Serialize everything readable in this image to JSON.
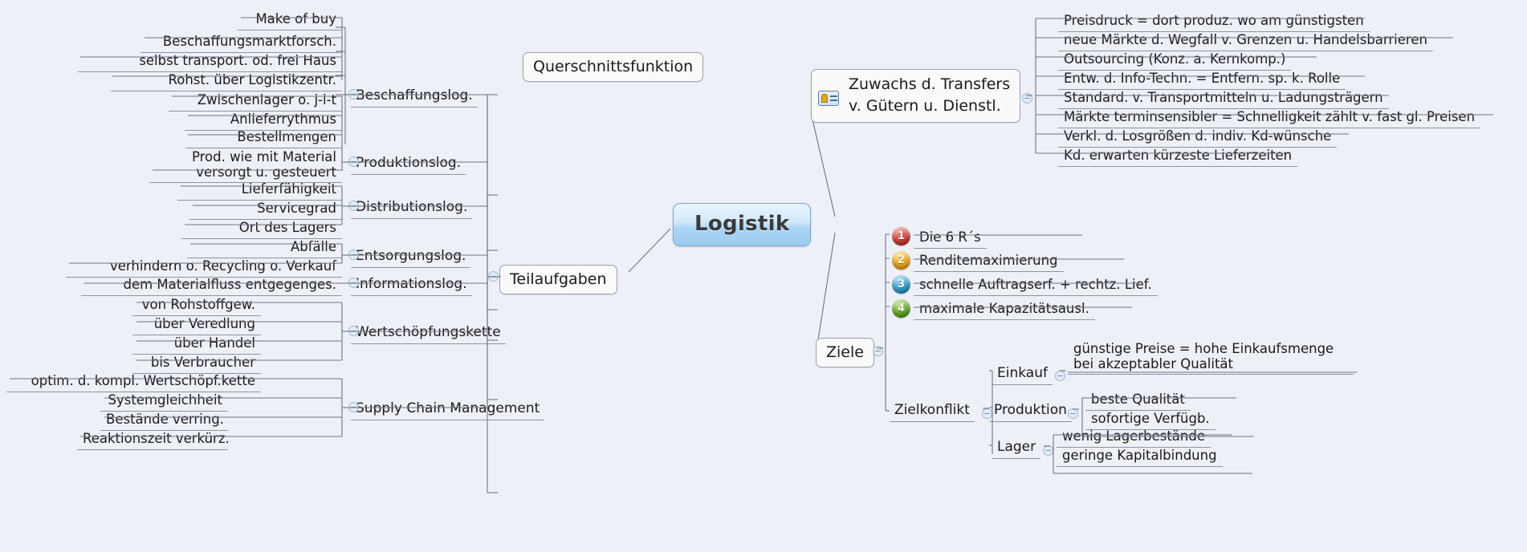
{
  "root": {
    "label": "Logistik",
    "color": "#9ccdf2"
  },
  "free_nodes": [
    {
      "label": "Querschnittsfunktion"
    }
  ],
  "branches": {
    "teilaufgaben": {
      "label": "Teilaufgaben",
      "children": [
        {
          "label": "Beschaffungslog.",
          "leaves": [
            "Make of buy",
            "Beschaffungsmarktforsch.",
            "selbst transport. od. frei Haus",
            "Rohst. über Logistikzentr."
          ]
        },
        {
          "label": "Produktionslog.",
          "leaves": [
            "Zwischenlager o. j-i-t",
            "Anlieferrythmus",
            "Bestellmengen",
            "Prod. wie mit Material versorgt u. gesteuert"
          ]
        },
        {
          "label": "Distributionslog.",
          "leaves": [
            "Lieferfähigkeit",
            "Servicegrad",
            "Ort des Lagers"
          ]
        },
        {
          "label": "Entsorgungslog.",
          "leaves": [
            "Abfälle",
            "verhindern o. Recycling o. Verkauf"
          ]
        },
        {
          "label": "Informationslog.",
          "leaves": [
            "dem Materialfluss entgegenges."
          ]
        },
        {
          "label": "Wertschöpfungskette",
          "leaves": [
            "von Rohstoffgew.",
            "über Veredlung",
            "über Handel",
            "bis Verbraucher"
          ]
        },
        {
          "label": "Supply Chain Management",
          "leaves": [
            "optim. d. kompl. Wertschöpf.kette",
            "Systemgleichheit",
            "Bestände verring.",
            "Reaktionszeit verkürz."
          ]
        }
      ]
    },
    "zuwachs": {
      "label_line1": "Zuwachs d. Transfers",
      "label_line2": "v. Gütern u. Dienstl.",
      "icon": "id-card-icon",
      "leaves": [
        "Preisdruck = dort produz. wo am günstigsten",
        "neue Märkte d. Wegfall v. Grenzen u. Handelsbarrieren",
        "Outsourcing (Konz. a. Kernkomp.)",
        "Entw. d. Info-Techn. = Entfern. sp. k. Rolle",
        "Standard. v. Transportmitteln u. Ladungsträgern",
        "Märkte terminsensibler = Schnelligkeit zählt v. fast gl. Preisen",
        "Verkl. d. Losgrößen d. indiv. Kd-wünsche",
        "Kd. erwarten kürzeste Lieferzeiten"
      ]
    },
    "ziele": {
      "label": "Ziele",
      "numbered": [
        {
          "n": "1",
          "label": "Die 6 R´s",
          "color": "#c52b22"
        },
        {
          "n": "2",
          "label": "Renditemaximierung",
          "color": "#e89b05"
        },
        {
          "n": "3",
          "label": "schnelle Auftragserf. + rechtz. Lief.",
          "color": "#1b8fc4"
        },
        {
          "n": "4",
          "label": "maximale Kapazitätsausl.",
          "color": "#4e9d17"
        }
      ],
      "zielkonflikt": {
        "label": "Zielkonflikt",
        "children": [
          {
            "label": "Einkauf",
            "leaves_multiline": [
              [
                "günstige Preise = hohe Einkaufsmenge",
                "bei akzeptabler Qualität"
              ]
            ]
          },
          {
            "label": "Produktion",
            "leaves": [
              "beste Qualität",
              "sofortige Verfügb."
            ]
          },
          {
            "label": "Lager",
            "leaves": [
              "wenig Lagerbestände",
              "geringe Kapitalbindung"
            ]
          }
        ]
      }
    }
  }
}
